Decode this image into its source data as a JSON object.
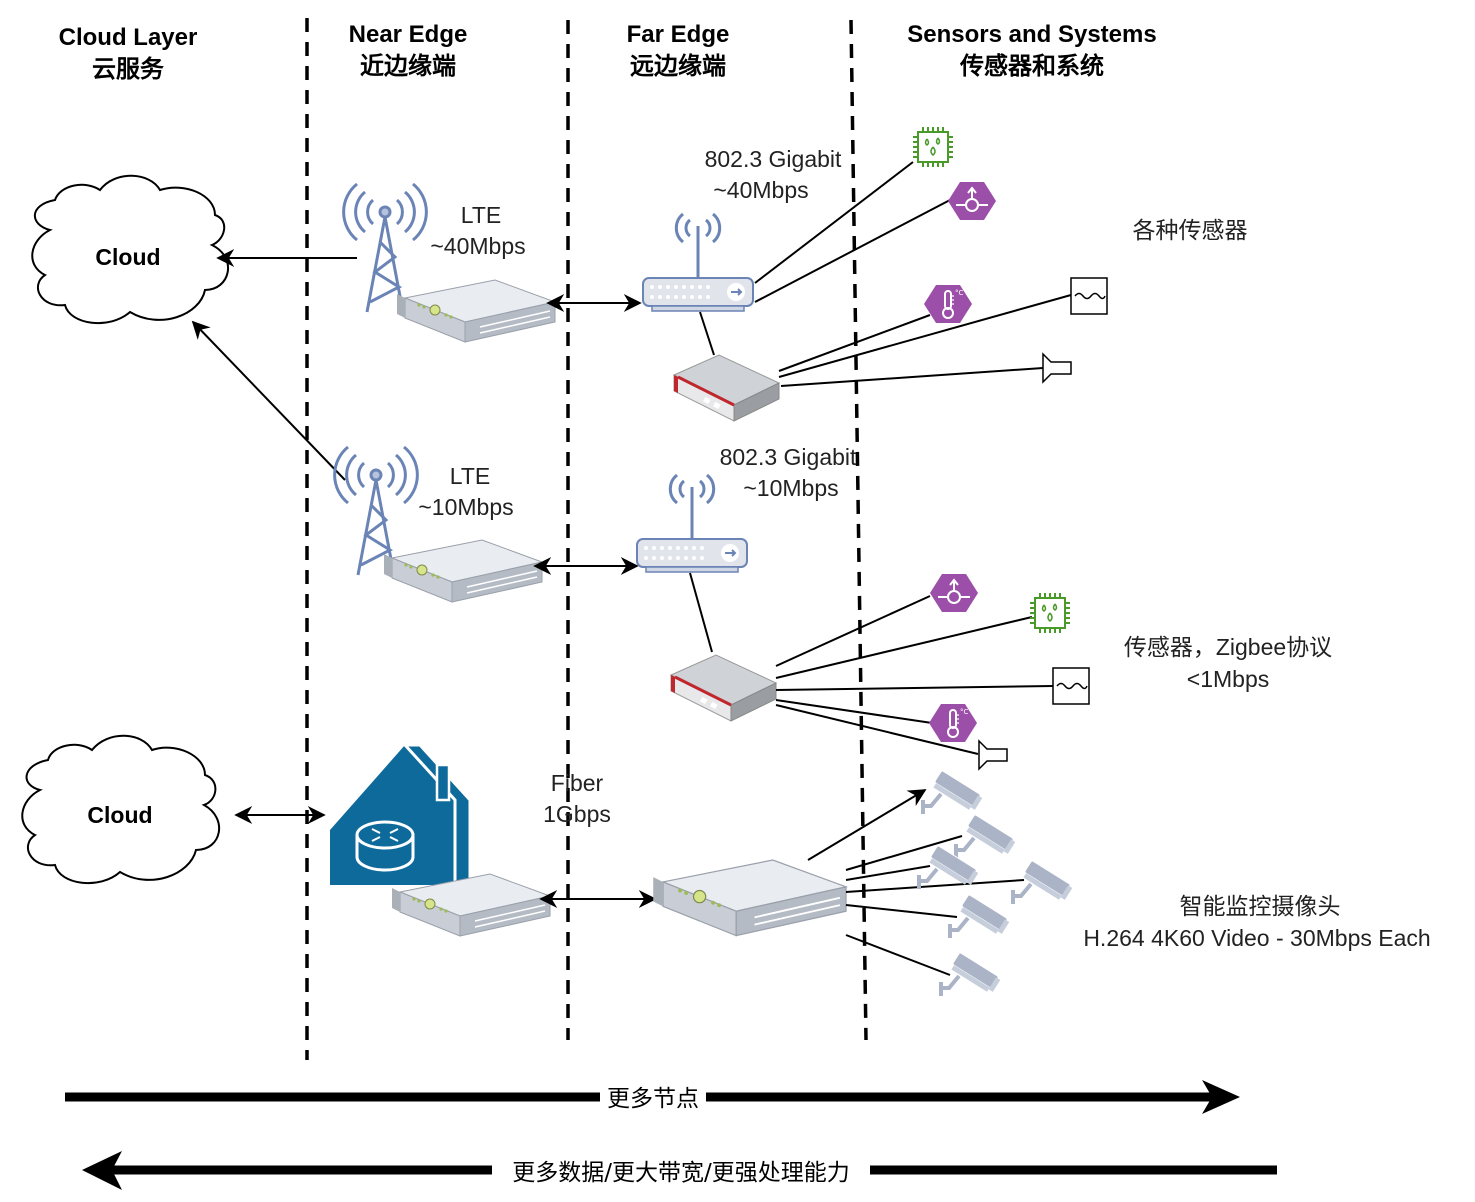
{
  "columns": [
    {
      "en": "Cloud Layer",
      "zh": "云服务"
    },
    {
      "en": "Near Edge",
      "zh": "近边缘端"
    },
    {
      "en": "Far Edge",
      "zh": "远边缘端"
    },
    {
      "en": "Sensors and Systems",
      "zh": "传感器和系统"
    }
  ],
  "clouds": [
    {
      "label": "Cloud"
    },
    {
      "label": "Cloud"
    }
  ],
  "links": {
    "lte_top": {
      "line1": "LTE",
      "line2": "~40Mbps"
    },
    "lte_mid": {
      "line1": "LTE",
      "line2": "~10Mbps"
    },
    "eth_top": {
      "line1": "802.3 Gigabit",
      "line2": "~40Mbps"
    },
    "eth_mid": {
      "line1": "802.3 Gigabit",
      "line2": "~10Mbps"
    },
    "fiber": {
      "line1": "Fiber",
      "line2": "1Gbps"
    }
  },
  "groups": {
    "sensors_top": {
      "line1": "各种传感器"
    },
    "sensors_zigbee": {
      "line1": "传感器，Zigbee协议",
      "line2": "<1Mbps"
    },
    "cameras": {
      "line1": "智能监控摄像头",
      "line2": "H.264 4K60 Video - 30Mbps Each"
    }
  },
  "devices": {
    "icons": [
      "cell-tower",
      "server",
      "wifi-router",
      "gateway",
      "chip-sensor",
      "flow-sensor",
      "temperature-sensor",
      "signal-generator",
      "speaker",
      "home-router",
      "security-camera"
    ]
  },
  "bottom_arrows": {
    "right": "更多节点",
    "left": "更多数据/更大带宽/更强处理能力"
  },
  "colors": {
    "tower_blue": "#6b84b6",
    "sensor_purple": "#9c4fa8",
    "sensor_green": "#4a9a2a",
    "home_blue": "#0f6a9c",
    "gateway_red": "#c0272d",
    "camera_grey": "#aab4c6"
  }
}
